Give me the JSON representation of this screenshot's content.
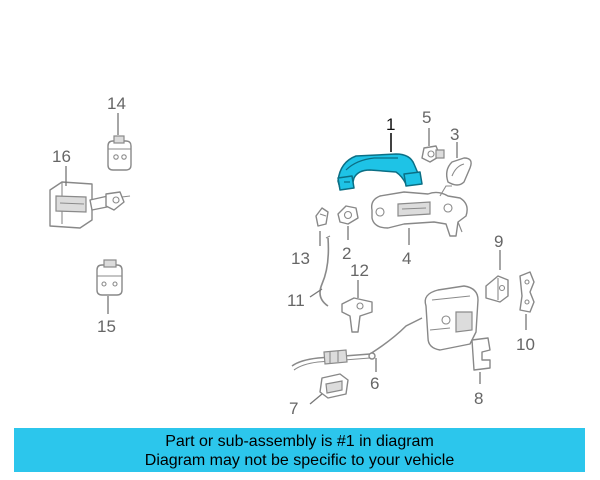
{
  "callouts": {
    "c1": "1",
    "c2": "2",
    "c3": "3",
    "c4": "4",
    "c5": "5",
    "c6": "6",
    "c7": "7",
    "c8": "8",
    "c9": "9",
    "c10": "10",
    "c11": "11",
    "c12": "12",
    "c13": "13",
    "c14": "14",
    "c15": "15",
    "c16": "16"
  },
  "highlighted_part": "1",
  "colors": {
    "highlight": "#1ec3e6",
    "banner": "#2cc6ec"
  },
  "banner": {
    "line1": "Part or sub-assembly is #1 in diagram",
    "line2": "Diagram may not be specific to your vehicle"
  }
}
